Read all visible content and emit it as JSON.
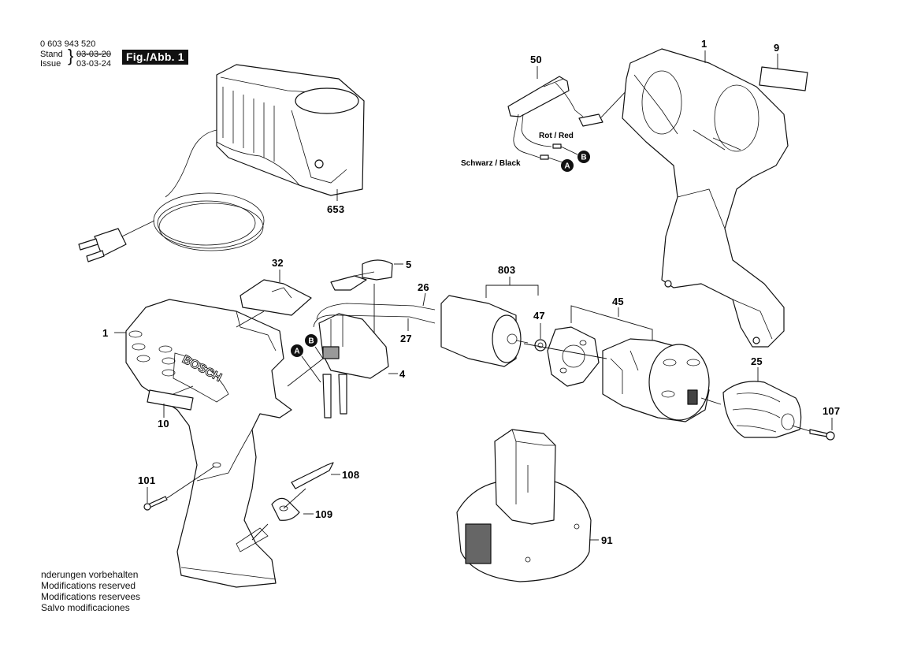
{
  "header": {
    "part_number": "0 603 943 520",
    "stand_label": "Stand",
    "issue_label": "Issue",
    "stand_date_struck": "03-03-20",
    "issue_date": "03-03-24",
    "figure_label": "Fig./Abb. 1"
  },
  "footer": {
    "lines": [
      "nderungen vorbehalten",
      "Modifications reserved",
      "Modifications reservees",
      "Salvo modificaciones"
    ]
  },
  "brand": "BOSCH",
  "wires": {
    "red": "Rot / Red",
    "black": "Schwarz / Black"
  },
  "markers": {
    "a": "A",
    "b": "B"
  },
  "parts": {
    "p1_housing_left": "1",
    "p1_housing_right": "1",
    "p4": "4",
    "p5": "5",
    "p9": "9",
    "p10": "10",
    "p25": "25",
    "p26": "26",
    "p27": "27",
    "p32": "32",
    "p45": "45",
    "p47": "47",
    "p50": "50",
    "p91": "91",
    "p101": "101",
    "p107": "107",
    "p108": "108",
    "p109": "109",
    "p653": "653",
    "p803": "803"
  }
}
